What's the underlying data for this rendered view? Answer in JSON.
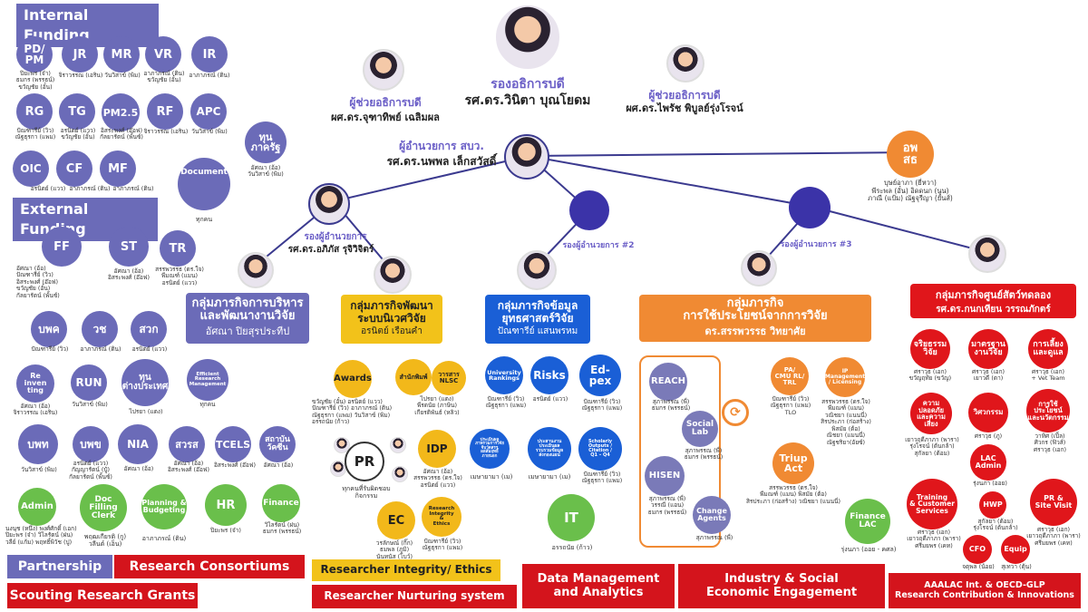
{
  "top": {
    "vp": {
      "role": "รองอธิการบดี",
      "name": "รศ.ดร.วินิตา บุณโยดม"
    },
    "asst1": {
      "role": "ผู้ช่วยอธิการบดี",
      "name": "ผศ.ดร.จุฑาทิพย์ เฉลิมผล"
    },
    "asst2": {
      "role": "ผู้ช่วยอธิการบดี",
      "name": "ผศ.ดร.ไพรัช พิบูลย์รุ่งโรจน์"
    },
    "director": {
      "role": "ผู้อำนวยการ สบว.",
      "name": "รศ.ดร.นพพล เล็กสวัสดิ์"
    },
    "deputy1": {
      "role": "รองผู้อำนวยการ",
      "name": "รศ.ดร.อภิภัส รุจิวิจิตร์"
    },
    "deputy2": {
      "role": "รองผู้อำนวยการ #2"
    },
    "deputy3": {
      "role": "รองผู้อำนวยการ #3"
    }
  },
  "left": {
    "internal_title": "Internal Funding",
    "external_title": "External Funding",
    "internal": [
      {
        "label": "PD/\nPM",
        "sub": "ปิยะพร (จ๋า)\nธมกร (พรรธน์)\nขวัญชัย (อั๋น)"
      },
      {
        "label": "JR",
        "sub": "จิราวรรณ (เอริน)"
      },
      {
        "label": "MR",
        "sub": "วันวิสาข์ (พิม)"
      },
      {
        "label": "VR",
        "sub": "อาภาภรณ์ (ติน)\nขวัญชัย (อั๋น)"
      },
      {
        "label": "IR",
        "sub": "อาภาภรณ์ (ติน)"
      },
      {
        "label": "RG",
        "sub": "ปัณฑารีย์ (วิว)\nณัฐธุรกา (แพม)"
      },
      {
        "label": "TG",
        "sub": "อรนิตย์ (แวว)\nขวัญชัย (อั๋น)"
      },
      {
        "label": "PM2.5",
        "sub": "อิสระพงศ์ (อ๊อฟ)\nกัลยารัตน์ (พั้นซ์)"
      },
      {
        "label": "RF",
        "sub": "จิราวรรณ (เอริน)"
      },
      {
        "label": "APC",
        "sub": "วันวิสาข์ (พิม)"
      },
      {
        "label": "OIC",
        "sub": "อรนิตย์ (แวว)"
      },
      {
        "label": "CF",
        "sub": "อาภาภรณ์ (ติน)"
      },
      {
        "label": "MF",
        "sub": "อาภาภรณ์ (ติน)"
      }
    ],
    "gov": {
      "label": "ทุน\nภาครัฐ",
      "sub": "อัศณา (อ้อ)\nวันวิสาข์ (พิม)"
    },
    "document": {
      "label": "Document",
      "sub": "ทุกคน"
    },
    "external": [
      {
        "label": "FF",
        "sub": "อัศณา (อ้อ)\nปัณฑารีย์ (วิว)\nอิสระพงศ์ (อ๊อฟ)\nขวัญชัย (อั๋น)\nกัลยารัตน์ (พั้นซ์)"
      },
      {
        "label": "ST",
        "sub": "อัศณา (อ้อ)\nอิสระพงศ์ (อ๊อฟ)"
      },
      {
        "label": "TR",
        "sub": "สรรพวรรธ (ดร.ใจ)\nพีมณฑ์ (แมน)\nอรนิตย์ (แวว)"
      },
      {
        "label": "บพค",
        "sub": "ปัณฑารีย์ (วิว)"
      },
      {
        "label": "วช",
        "sub": "อาภาภรณ์ (ติน)"
      },
      {
        "label": "สวก",
        "sub": "อรนิตย์ (แวว)"
      },
      {
        "label": "Re\ninven\nting",
        "sub": "อัศณา (อ้อ)\nจิราวรรณ (เอริน)"
      },
      {
        "label": "RUN",
        "sub": "วันวิสาข์ (พิม)"
      },
      {
        "label": "ทุน\nต่างประเทศ",
        "sub": "ไปรยา (แตง)"
      },
      {
        "label": "Efficient\nResearch\nManagement",
        "sub": "ทุกคน"
      },
      {
        "label": "บพท",
        "sub": "วันวิสาข์ (พิม)"
      },
      {
        "label": "บพข",
        "sub": "อรนิตย์ (แวว)\nกัญญารัตน์ (ปู๋)\nกัลยารัตน์ (พั้นซ์)"
      },
      {
        "label": "NIA",
        "sub": "อัศณา (อ้อ)"
      },
      {
        "label": "สวรส",
        "sub": "อัศณา (อ้อ)\nอิสระพงศ์ (อ๊อฟ)"
      },
      {
        "label": "TCELS",
        "sub": "อิสระพงศ์ (อ๊อฟ)"
      },
      {
        "label": "สถาบัน\nวัคซีน",
        "sub": "อัศณา (อ้อ)"
      }
    ],
    "support": [
      {
        "label": "Admin",
        "sub": "นงนุช (หนึ่ง)  พงศ์ศักดิ์ (เอก)\nปิยะพร (จ๋า)   วิไลรัตน์ (ฝน)\nวลีย์ (แก้ม)   พฤทธิ์พิวัช (ปู)"
      },
      {
        "label": "Doc\nFilling\nClerk",
        "sub": "พฤฒเกียรติ (กู)\nวลีนต์ (เอ็น)"
      },
      {
        "label": "Planning &\nBudgeting",
        "sub": "อาภาภรณ์ (ติน)"
      },
      {
        "label": "HR",
        "sub": "ปิยะพร (จ๋า)"
      },
      {
        "label": "Finance",
        "sub": "วิไลรัตน์ (ฝน)\nธมกร (พรรธน์)"
      }
    ],
    "banners": {
      "partnership": "Partnership",
      "consortiums": "Research Consortiums",
      "scouting": "Scouting Research Grants"
    }
  },
  "groups": {
    "admin_dev": {
      "title": "กลุ่มภารกิจการบริหาร\nและพัฒนางานวิจัย",
      "lead": "อัศณา ปิยสุรประทีป"
    },
    "ecosystem": {
      "title": "กลุ่มภารกิจพัฒนา\nระบบนิเวศวิจัย",
      "lead": "อรนิตย์ เรือนคำ"
    },
    "data": {
      "title": "กลุ่มภารกิจข้อมูล\nยุทธศาสตร์วิจัย",
      "lead": "ปัณฑารีย์ แสนพรหม"
    },
    "utilization": {
      "title": "กลุ่มภารกิจ\nการใช้ประโยชน์จากการวิจัย",
      "lead": "ดร.สรรพวรรธ วิทยาศัย"
    },
    "animal": {
      "title": "กลุ่มภารกิจศูนย์สัตว์ทดลอง",
      "lead": "รศ.ดร.กนกเทียน วรรณภักตร์"
    }
  },
  "ecosystem_nodes": {
    "awards": {
      "label": "Awards",
      "sub": "ขวัญชัย (อั๋น)  อรนิตย์ (แวว)\nปัณฑารีย์ (วิว)  อาภาภรณ์ (ติน)\nณัฐธุรกา (แพม)  วันวิสาข์ (พิม)\nอรรถนัย (ก้าว)"
    },
    "publisher": {
      "label": "สำนักพิมพ์"
    },
    "nlsc": {
      "label": "วารสาร\nNLSC",
      "sub": "ไปรยา (แตง)\nพีรดนัย (ภาษิน)\nเกียรติพันธ์ (หลิว)"
    },
    "pr": {
      "label": "PR",
      "sub": "ทุกคนที่รับผิดชอบ\nกิจกรรม"
    },
    "idp": {
      "label": "IDP",
      "sub": "อัศณา (อ้อ)\nสรรพวรรธ (ดร.ใจ)\nอรนิตย์ (แวว)"
    },
    "ec": {
      "label": "EC",
      "sub": "วรลักษณ์ (กิ๊ก)\nธมพล (ภูมิ)\nนันทนัส (โบว์)"
    },
    "integrity": {
      "label": "Research\nIntegrity\n&\nEthics",
      "sub": "ปัณฑารีย์ (วิว)\nณัฐธุรกา (แพม)"
    }
  },
  "data_nodes": {
    "rankings": {
      "label": "University\nRankings",
      "sub": "ปัณฑารีย์ (วิว)\nณัฐธุรกา (แพม)"
    },
    "risks": {
      "label": "Risks",
      "sub": "อรนิตย์ (แวว)"
    },
    "edpex": {
      "label": "Ed-\npex",
      "sub": "ปัณฑารีย์ (วิว)\nณัฐธุรกา (แพม)"
    },
    "evaluate": {
      "label": "ประเมินผล\nภาพรวมการวิจัย\nจีบวัดสรร\nผลสัมฤทธิ์\nภายนอก",
      "sub": "เมษายามา (เม)"
    },
    "coordinate": {
      "label": "ประสานงาน\nประเมินผล\nรวบรวมข้อมูล\nส่งกองแผน",
      "sub": "เมษายามา (เม)"
    },
    "scholarly": {
      "label": "Scholarly\nOutputs /\nCitation /\nQ1 – Q4",
      "sub": "ปัณฑารีย์ (วิว)\nณัฐธุรกา (แพม)"
    },
    "it": {
      "label": "IT",
      "sub": "อรรถนัย (ก้าว)"
    }
  },
  "util_nodes": {
    "reach": {
      "label": "REACH",
      "sub": "สุภาพรรณ (พี่)\nธมกร (พรรธน์)"
    },
    "sociallab": {
      "label": "Social\nLab",
      "sub": "สุภาพรรณ (พี่)\nธมกร (พรรธน์)"
    },
    "hisen": {
      "label": "HISEN",
      "sub": "สุภาพรรณ (พี่)\nวรรณี (แอน)\nธมกร (พรรธน์)"
    },
    "change": {
      "label": "Change\nAgents",
      "sub": "สุภาพรรณ (พี่)"
    },
    "pa": {
      "label": "PA/\nCMU RL/\nTRL",
      "sub": "ปัณฑารีย์ (วิว)\nณัฐธุรกา (แพม)\nTLO"
    },
    "ip": {
      "label": "IP\nManagement\n/ Licensing",
      "sub": "สรรพวรรธ (ดร.ใจ)\nพีมณฑ์ (แมน)\nวณิชยา (แนนนี่)\nสิรประภา (ก่อสร้าง)\nพิสมัย (ต้อ)\nณิชยา (แมนนี่)\nณัฐชริยา(อัยซ์)"
    },
    "triup": {
      "label": "Triup\nAct",
      "sub": "สรรพวรรธ (ดร.ใจ)\nพีมณฑ์ (แมน)   พิสมัย (ต้อ)\nสิรประภา (ก่อสร้าง)  วณิชยา (แนนนี่)"
    },
    "finlac": {
      "label": "Finance\nLAC",
      "sub": "รุ่งนภา (ออย - คศล)"
    },
    "ops": {
      "label": "อพ\nสธ",
      "sub": "บุษย์อาภา (ยี่หวา)\nพีระพล (อั๋น)  อิดดนก (นูน)\nภาณี (แป้ม)  ณัฐจุรีญา (ยันส์)"
    }
  },
  "animal_nodes": [
    {
      "label": "จริยธรรม\nวิจัย",
      "sub": "ศราวุธ (เอก)\nขวัญฤทัย (ขวัญ)"
    },
    {
      "label": "มาตรฐาน\nงานวิจัย",
      "sub": "ศราวุธ (เอก)\nเยาวดี (ดา)"
    },
    {
      "label": "การเลี้ยง\nและดูแล",
      "sub": "ศราวุธ (เอก)\n+ Vet Team"
    },
    {
      "label": "ความ\nปลอดภัย\nและความ\nเสี่ยง",
      "sub": "เยาวฤดีภาภา (พารา)\nรุ่งโรจน์ (ต้นกล้า)\nสุกัลยา (ต้อม)"
    },
    {
      "label": "วิศวกรรม",
      "sub": "ศราวุธ (ภู)"
    },
    {
      "label": "การใช้\nประโยชน์\nและนวัตกรรม",
      "sub": "วาทิศ (เปิ้ล)\nศิวกร (ฟิวส์)\nศราวุธ (เอก)"
    },
    {
      "label": "LAC\nAdmin",
      "sub": "รุ่งนภา (ออย)"
    },
    {
      "label": "Training\n& Customer\nServices",
      "sub": "ศราวุธ (เอก)\nเยาวฤดีภาภา (พารา)\nศรีมยพร (เคท)"
    },
    {
      "label": "HWP",
      "sub": "สุกัลยา (ต้อม)\nรุ่งโรจน์ (ต้นกล้า)"
    },
    {
      "label": "PR &\nSite Visit",
      "sub": "ศราวุธ (เอก)\nเยาวฤดีภาภา (พารา)\nศรีมยพร (เคท)"
    },
    {
      "label": "CFO",
      "sub": "จตุพล (น้อย)"
    },
    {
      "label": "Equip",
      "sub": "สุเทวา (ตุ้น)"
    }
  ],
  "banners": {
    "integrity": "Researcher Integrity/ Ethics",
    "nurturing": "Researcher Nurturing system",
    "data": "Data Management\nand Analytics",
    "industry": "Industry & Social\nEconomic Engagement",
    "aaalac": "AAALAC Int. & OECD-GLP\nResearch Contribution & Innovations"
  }
}
